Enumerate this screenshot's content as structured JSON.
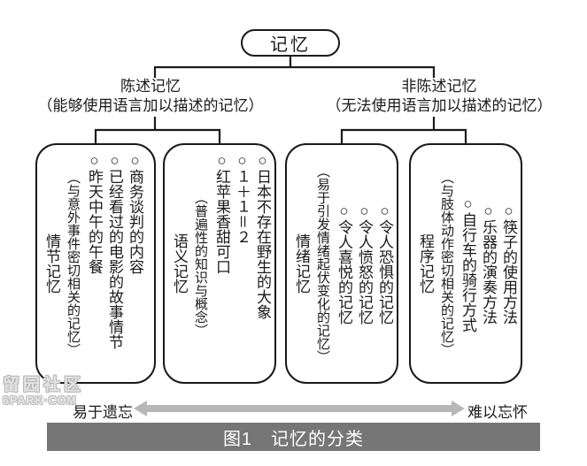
{
  "root": {
    "label": "记忆"
  },
  "branches": [
    {
      "label": "陈述记忆",
      "description": "（能够使用语言加以描述的记忆）"
    },
    {
      "label": "非陈述记忆",
      "description": "（无法使用语言加以描述的记忆）"
    }
  ],
  "boxes": [
    {
      "category": "情节记忆",
      "note": "（与意外事件密切相关的记忆）",
      "items": [
        "○商务谈判的内容",
        "○已经看过的电影的故事情节",
        "○昨天中午的午餐"
      ]
    },
    {
      "category": "语义记忆",
      "note": "（普遍性的知识与概念）",
      "items": [
        "○日本不存在野生的大象",
        "○１＋１＝２",
        "○红苹果香甜可口"
      ]
    },
    {
      "category": "情绪记忆",
      "note": "（易于引发情绪起伏变化的记忆）",
      "items": [
        "○令人恐惧的记忆",
        "○令人愤怒的记忆",
        "○令人喜悦的记忆"
      ]
    },
    {
      "category": "程序记忆",
      "note": "（与肢体动作密切相关的记忆）",
      "items": [
        "○筷子的使用方法",
        "○乐器的演奏方法",
        "○自行车的骑行方式"
      ]
    }
  ],
  "scale": {
    "left": "易于遗忘",
    "right": "难以忘怀"
  },
  "caption": "图1　记忆的分类",
  "watermark": {
    "line1": "留园社区",
    "line2": "6PARK·COM"
  },
  "colors": {
    "line": "#1a1a1a",
    "arrow": "#b7b7b7",
    "caption_bg": "#767676",
    "caption_text": "#ffffff",
    "watermark": "#c9c9c9"
  }
}
